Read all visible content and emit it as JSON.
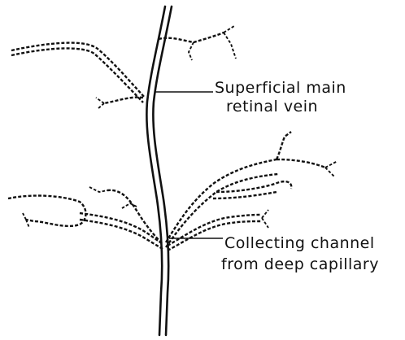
{
  "labels": {
    "vein_line1": "Superficial main",
    "vein_line2": "retinal vein",
    "channel_line1": "Collecting channel",
    "channel_line2": "from deep capillary"
  }
}
